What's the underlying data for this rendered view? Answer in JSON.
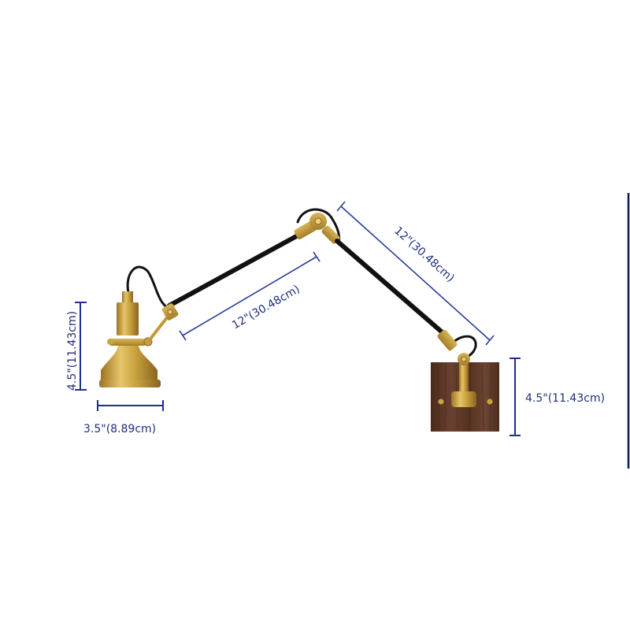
{
  "diagram": {
    "subject": "Swing-arm brass wall lamp with walnut backplate",
    "colors": {
      "background": "#ffffff",
      "dimension_line": "#1f2f8c",
      "dimension_text": "#1f2f7a",
      "brass": "#c9a33e",
      "arm_black": "#111111",
      "walnut": "#5a3524"
    },
    "dimensions": {
      "shade_height": {
        "label": "4.5\"(11.43cm)",
        "value_in": 4.5,
        "value_cm": 11.43,
        "orientation": "vertical"
      },
      "shade_width": {
        "label": "3.5\"(8.89cm)",
        "value_in": 3.5,
        "value_cm": 8.89,
        "orientation": "horizontal"
      },
      "front_arm_length": {
        "label": "12\"(30.48cm)",
        "value_in": 12,
        "value_cm": 30.48,
        "orientation": "diagonal"
      },
      "rear_arm_length": {
        "label": "12\"(30.48cm)",
        "value_in": 12,
        "value_cm": 30.48,
        "orientation": "diagonal"
      },
      "backplate_height": {
        "label": "4.5\"(11.43cm)",
        "value_in": 4.5,
        "value_cm": 11.43,
        "orientation": "vertical"
      }
    },
    "components": [
      {
        "name": "lamp-shade",
        "material": "brass"
      },
      {
        "name": "front-arm",
        "material": "black metal rod"
      },
      {
        "name": "elbow-joint",
        "material": "brass"
      },
      {
        "name": "rear-arm",
        "material": "black metal rod"
      },
      {
        "name": "wall-mount-joint",
        "material": "brass"
      },
      {
        "name": "backplate",
        "material": "walnut wood"
      }
    ]
  }
}
